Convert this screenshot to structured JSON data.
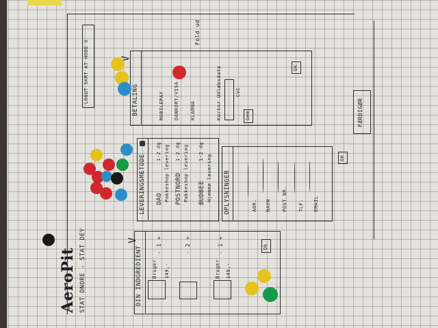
{
  "app": {
    "title": "AeroPit",
    "subtitle": "STAT DNORE - STAT DEY",
    "logout": "LOGUT  SKRT AT HODE X"
  },
  "panels": {
    "ingredients": {
      "header": "DIN INDGREDIENT",
      "items": [
        {
          "name": "Bruger",
          "price": "149,-",
          "qty": "- 1 +"
        },
        {
          "name": "",
          "price": "",
          "qty": "- 2 +"
        },
        {
          "name": "Bruger",
          "price": "149,-",
          "qty": "- 1 +"
        }
      ],
      "button": "Ok"
    },
    "delivery": {
      "header": "LEVERINGSMETODE",
      "options": [
        {
          "label": "DAO",
          "sub": "Pakkeshop levering",
          "time": "1-2 dg"
        },
        {
          "label": "POSTNORD",
          "sub": "Pakkeshop levering",
          "time": "1-2 dg"
        },
        {
          "label": "BUDBEE",
          "sub": "Hjemme levering",
          "time": "1-2 dg"
        }
      ]
    },
    "info": {
      "header": "OPLYSNINGER",
      "fields": [
        "ADR.",
        "NAVN",
        "POST NR.",
        "TLF.",
        "EMAIL"
      ],
      "button": "OK"
    },
    "payment": {
      "header": "BETALING",
      "options": [
        "MOBILEPAY",
        "DANKORT/VISA",
        "KLARNA"
      ],
      "extra": "Kortnr  Udløbsdato",
      "cvc": "CVC",
      "fold": "Fold ud",
      "save": "Gem",
      "button": "OK"
    },
    "finish": "FÆRDIGØR"
  },
  "colors": {
    "red": "#d0282e",
    "yellow": "#e6c21d",
    "blue": "#2a8fc7",
    "green": "#159a4a",
    "black": "#1a1a1a"
  }
}
